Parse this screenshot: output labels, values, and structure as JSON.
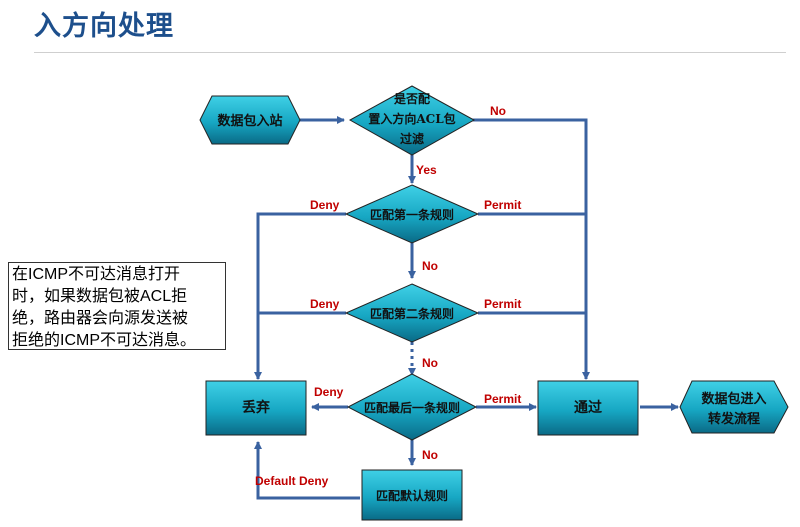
{
  "title": "入方向处理",
  "note": [
    "在ICMP不可达消息打开",
    "时，如果数据包被ACL拒",
    "绝，路由器会向源发送被",
    "拒绝的ICMP不可达消息。"
  ],
  "nodes": {
    "start": "数据包入站",
    "check": [
      "是否配",
      "置入方向ACL包",
      "过滤"
    ],
    "rule1": "匹配第一条规则",
    "rule2": "匹配第二条规则",
    "rulelast": "匹配最后一条规则",
    "drop": "丢弃",
    "pass": "通过",
    "forward": [
      "数据包进入",
      "转发流程"
    ],
    "default": "匹配默认规则"
  },
  "edges": {
    "no_top": "No",
    "yes": "Yes",
    "deny1": "Deny",
    "permit1": "Permit",
    "no1": "No",
    "deny2": "Deny",
    "permit2": "Permit",
    "no2": "No",
    "deny_last": "Deny",
    "permit_last": "Permit",
    "no_last": "No",
    "default_deny": "Default Deny"
  },
  "colors": {
    "title": "#1d4f8c",
    "arrow": "#3a62a0",
    "edge_label": "#c00000",
    "fill_light": "#29c4dc",
    "fill_dark": "#0b6b86"
  }
}
